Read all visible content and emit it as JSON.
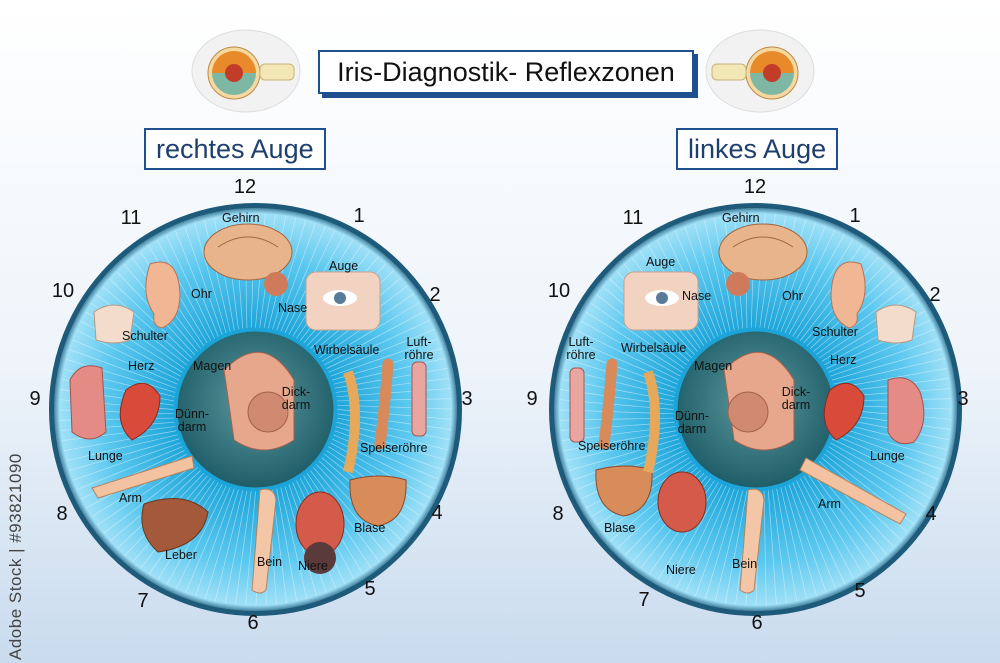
{
  "title": "Iris-Diagnostik- Reflexzonen",
  "watermark": "Adobe Stock | #93821090",
  "right_eye": {
    "label": "rechtes Auge",
    "organs": {
      "gehirn": "Gehirn",
      "auge": "Auge",
      "nase": "Nase",
      "ohr": "Ohr",
      "schulter": "Schulter",
      "herz": "Herz",
      "lunge": "Lunge",
      "arm": "Arm",
      "leber": "Leber",
      "bein": "Bein",
      "niere": "Niere",
      "blase": "Blase",
      "wirbelsaeule": "Wirbelsäule",
      "luftroehre": "Luft-\nröhre",
      "speiseroehre": "Speiseröhre",
      "magen": "Magen",
      "duenndarm": "Dünn-\ndarm",
      "dickdarm": "Dick-\ndarm"
    }
  },
  "left_eye": {
    "label": "linkes Auge",
    "organs": {
      "gehirn": "Gehirn",
      "auge": "Auge",
      "nase": "Nase",
      "ohr": "Ohr",
      "schulter": "Schulter",
      "herz": "Herz",
      "lunge": "Lunge",
      "arm": "Arm",
      "bein": "Bein",
      "niere": "Niere",
      "blase": "Blase",
      "wirbelsaeule": "Wirbelsäule",
      "luftroehre": "Luft-\nröhre",
      "speiseroehre": "Speiseröhre",
      "magen": "Magen",
      "duenndarm": "Dünn-\ndarm",
      "dickdarm": "Dick-\ndarm"
    }
  },
  "clock": {
    "n12": "12",
    "n1": "1",
    "n2": "2",
    "n3": "3",
    "n4": "4",
    "n5": "5",
    "n6": "6",
    "n7": "7",
    "n8": "8",
    "n9": "9",
    "n10": "10",
    "n11": "11"
  },
  "colors": {
    "ring": "#1e5b7a",
    "iris_outer": "#6fd0f2",
    "iris_inner": "#27a6dc",
    "pupil": "#2f6e78",
    "frame": "#1e4f8e"
  }
}
